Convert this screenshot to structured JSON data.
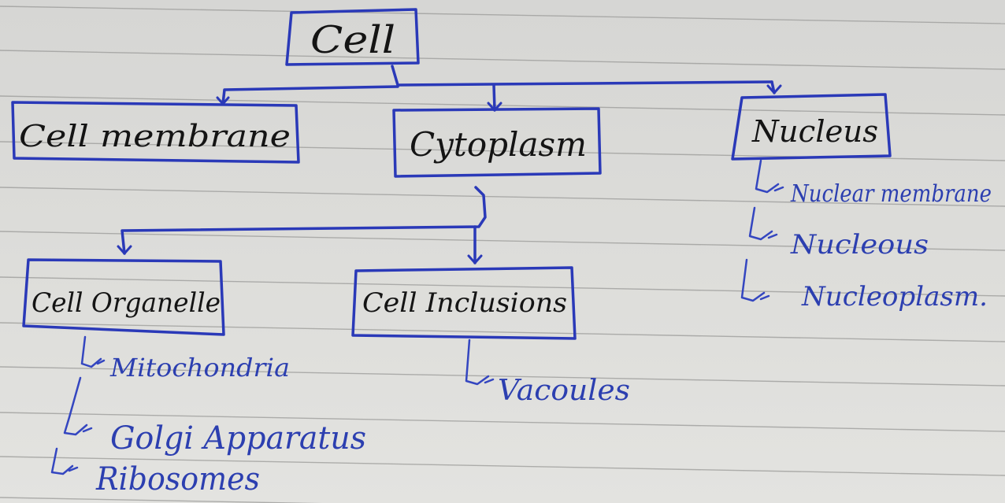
{
  "diagram": {
    "root": {
      "label": "Cell"
    },
    "level1": {
      "membrane": {
        "label": "Cell membrane"
      },
      "cytoplasm": {
        "label": "Cytoplasm"
      },
      "nucleus": {
        "label": "Nucleus"
      }
    },
    "level2": {
      "organelles": {
        "label": "Cell Organelle"
      },
      "inclusions": {
        "label": "Cell Inclusions"
      }
    },
    "leaves": {
      "organelles": [
        "Mitochondria",
        "Golgi Apparatus",
        "Ribosomes"
      ],
      "inclusions": [
        "Vacoules"
      ],
      "nucleus": [
        "Nuclear membrane",
        "Nucleous",
        "Nucleoplasm."
      ]
    }
  },
  "colors": {
    "ink_blue": "#2a39b8",
    "ink_black": "#141414",
    "paper": "#dcdcd9",
    "rule_line": "#9a9a98"
  }
}
